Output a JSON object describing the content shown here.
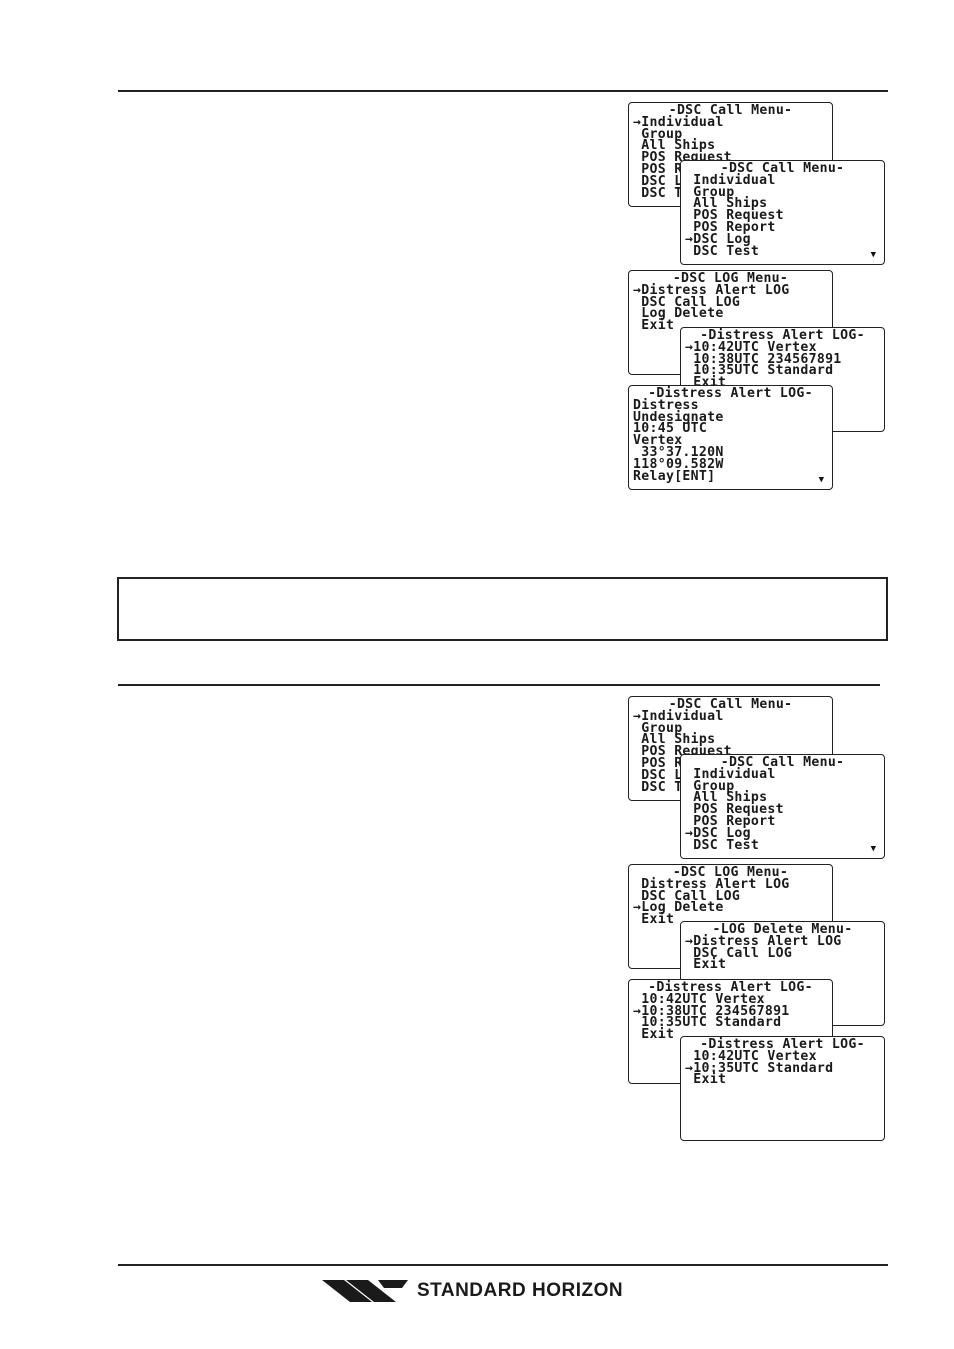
{
  "top_section": {
    "dsc_call_menu_a": {
      "title": "-DSC Call Menu-",
      "lines": [
        "→Individual",
        " Group",
        " All Ships",
        " POS Request",
        " POS Report",
        " DSC Log",
        " DSC Test"
      ]
    },
    "dsc_call_menu_b": {
      "title": "-DSC Call Menu-",
      "lines": [
        " Individual",
        " Group",
        " All Ships",
        " POS Request",
        " POS Report",
        "→DSC Log",
        " DSC Test"
      ],
      "more": "▼"
    },
    "dsc_log_menu": {
      "title": "-DSC LOG Menu-",
      "lines": [
        "→Distress Alert LOG",
        " DSC Call LOG",
        " Log Delete",
        " Exit"
      ]
    },
    "distress_alert_log_list": {
      "title": "-Distress Alert LOG-",
      "lines": [
        "→10:42UTC Vertex",
        " 10:38UTC 234567891",
        " 10:35UTC Standard",
        " Exit"
      ]
    },
    "distress_alert_detail": {
      "title": "-Distress Alert LOG-",
      "lines": [
        "Distress",
        "Undesignate",
        "10:45 UTC",
        "Vertex",
        " 33°37.120N",
        "118°09.582W",
        "Relay[ENT]"
      ],
      "more": "▼"
    }
  },
  "bottom_section": {
    "dsc_call_menu_a": {
      "title": "-DSC Call Menu-",
      "lines": [
        "→Individual",
        " Group",
        " All Ships",
        " POS Request",
        " POS Report",
        " DSC Log",
        " DSC Test"
      ]
    },
    "dsc_call_menu_b": {
      "title": "-DSC Call Menu-",
      "lines": [
        " Individual",
        " Group",
        " All Ships",
        " POS Request",
        " POS Report",
        "→DSC Log",
        " DSC Test"
      ],
      "more": "▼"
    },
    "dsc_log_menu": {
      "title": "-DSC LOG Menu-",
      "lines": [
        " Distress Alert LOG",
        " DSC Call LOG",
        "→Log Delete",
        " Exit"
      ]
    },
    "log_delete_menu": {
      "title": "-LOG Delete Menu-",
      "lines": [
        "→Distress Alert LOG",
        " DSC Call LOG",
        " Exit"
      ]
    },
    "distress_alert_log_before": {
      "title": "-Distress Alert LOG-",
      "lines": [
        " 10:42UTC Vertex",
        "→10:38UTC 234567891",
        " 10:35UTC Standard",
        " Exit"
      ]
    },
    "distress_alert_log_after": {
      "title": "-Distress Alert LOG-",
      "lines": [
        " 10:42UTC Vertex",
        "→10:35UTC Standard",
        " Exit"
      ]
    }
  },
  "footer": {
    "brand": "STANDARD HORIZON"
  }
}
